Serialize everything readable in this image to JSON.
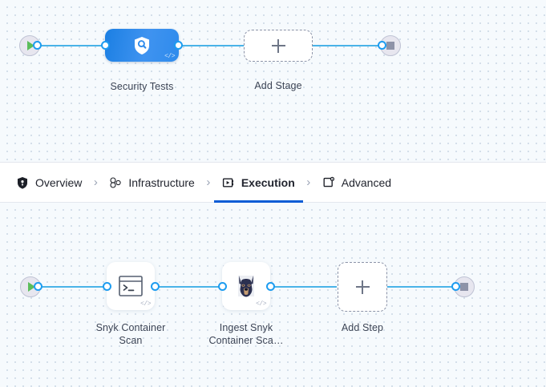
{
  "stage_pipeline": {
    "start_node": {
      "icon": "play-icon",
      "title": "Start"
    },
    "end_node": {
      "icon": "stop-icon",
      "title": "End"
    },
    "stages": [
      {
        "label": "Security Tests",
        "icon": "shield-search-icon",
        "badge": "</>",
        "color": "#2f8bec"
      }
    ],
    "add_stage": {
      "label": "Add Stage",
      "icon": "plus-icon"
    }
  },
  "tabs": {
    "items": [
      {
        "label": "Overview",
        "icon": "shield-filled-icon",
        "active": false
      },
      {
        "label": "Infrastructure",
        "icon": "nodes-cluster-icon",
        "active": false
      },
      {
        "label": "Execution",
        "icon": "play-box-icon",
        "active": true
      },
      {
        "label": "Advanced",
        "icon": "settings-card-icon",
        "active": false
      }
    ],
    "separator": "›",
    "active_color": "#0b5cd5"
  },
  "step_pipeline": {
    "start_node": {
      "icon": "play-icon",
      "title": "Start"
    },
    "end_node": {
      "icon": "stop-icon",
      "title": "End"
    },
    "steps": [
      {
        "label": "Snyk Container\nScan",
        "label_line1": "Snyk Container",
        "label_line2": "Scan",
        "icon": "terminal-icon",
        "badge": "</>"
      },
      {
        "label": "Ingest Snyk\nContainer Sca…",
        "label_line1": "Ingest Snyk",
        "label_line2": "Container Sca…",
        "icon": "snyk-dog-icon",
        "badge": "</>"
      }
    ],
    "add_step": {
      "label": "Add Step",
      "icon": "plus-icon"
    }
  },
  "theme": {
    "canvas_bg": "#f6fafd",
    "connector": "#4ab3e8",
    "port_ring": "#1d9cf0",
    "label_text": "#3c4455"
  }
}
